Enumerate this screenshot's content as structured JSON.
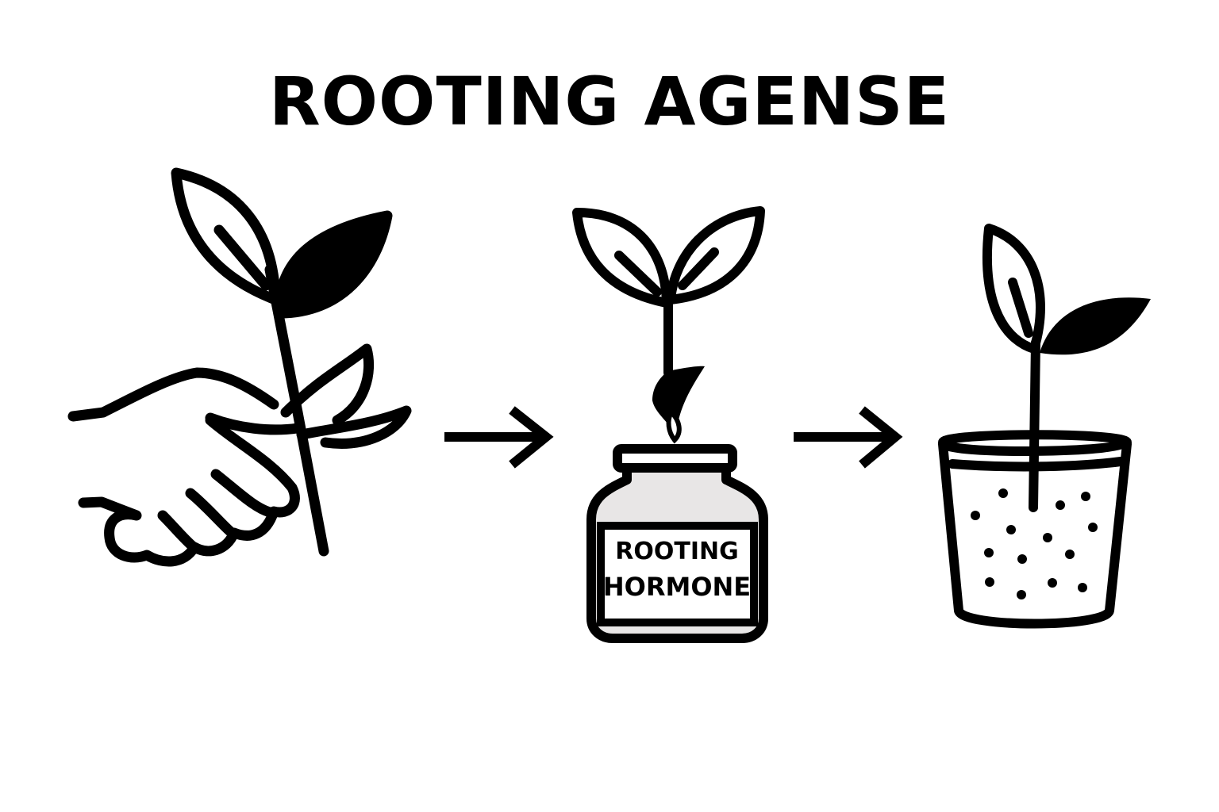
{
  "title": "ROOTING AGENSE",
  "jar": {
    "label_line1": "ROOTING",
    "label_line2": "HORMONE"
  },
  "colors": {
    "ink": "#000000",
    "background": "#ffffff",
    "jar_fill": "#e8e6e6"
  },
  "steps": [
    {
      "icon": "hand-holding-cutting-icon"
    },
    {
      "icon": "rooting-hormone-jar-icon"
    },
    {
      "icon": "potted-seedling-icon"
    }
  ]
}
